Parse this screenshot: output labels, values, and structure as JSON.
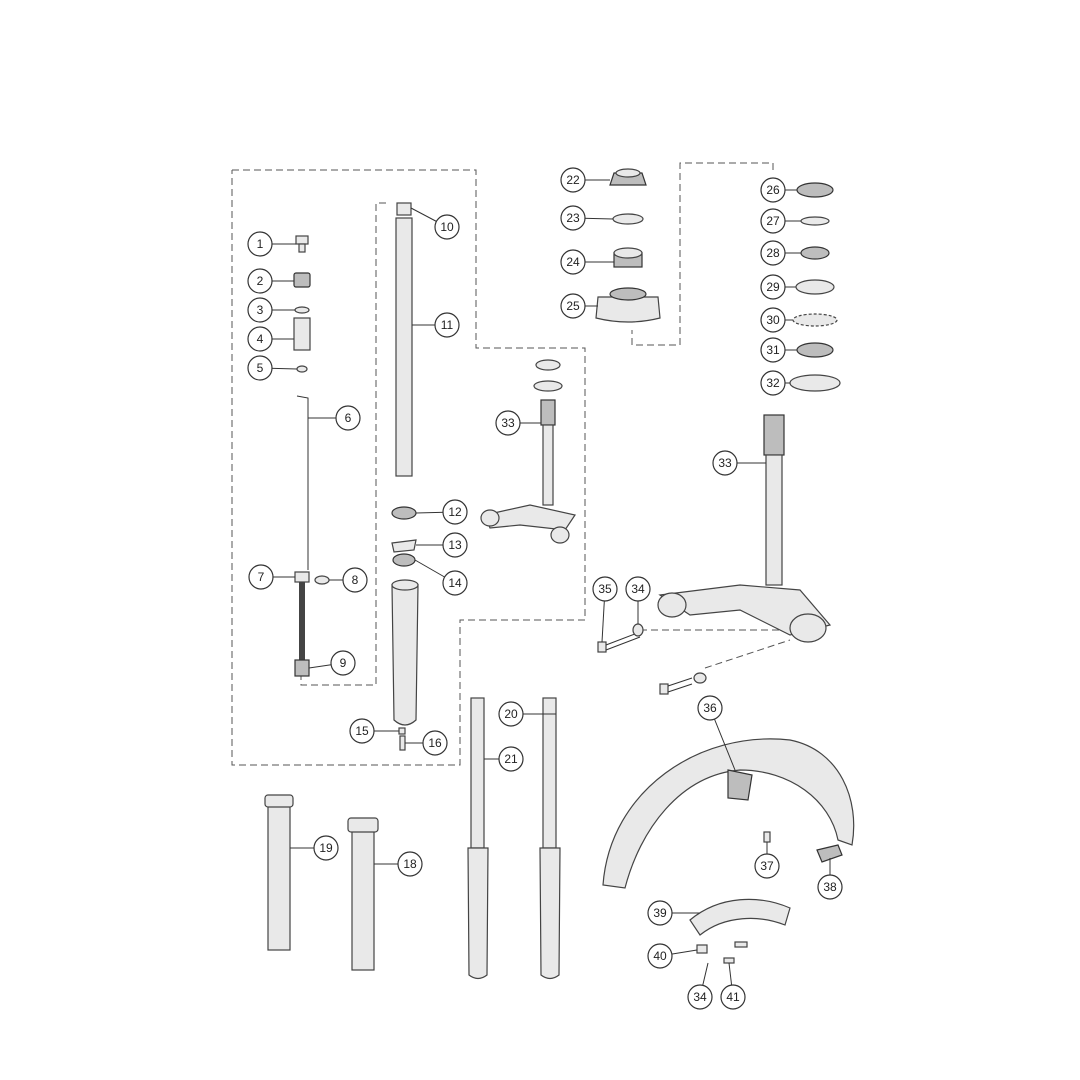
{
  "diagram": {
    "type": "exploded-parts-diagram",
    "callouts": [
      "1",
      "2",
      "3",
      "4",
      "5",
      "6",
      "7",
      "8",
      "9",
      "10",
      "11",
      "12",
      "13",
      "14",
      "15",
      "16",
      "18",
      "19",
      "20",
      "21",
      "22",
      "23",
      "24",
      "25",
      "26",
      "27",
      "28",
      "29",
      "30",
      "31",
      "32",
      "33",
      "33",
      "34",
      "35",
      "36",
      "37",
      "38",
      "39",
      "40",
      "34",
      "41"
    ]
  }
}
